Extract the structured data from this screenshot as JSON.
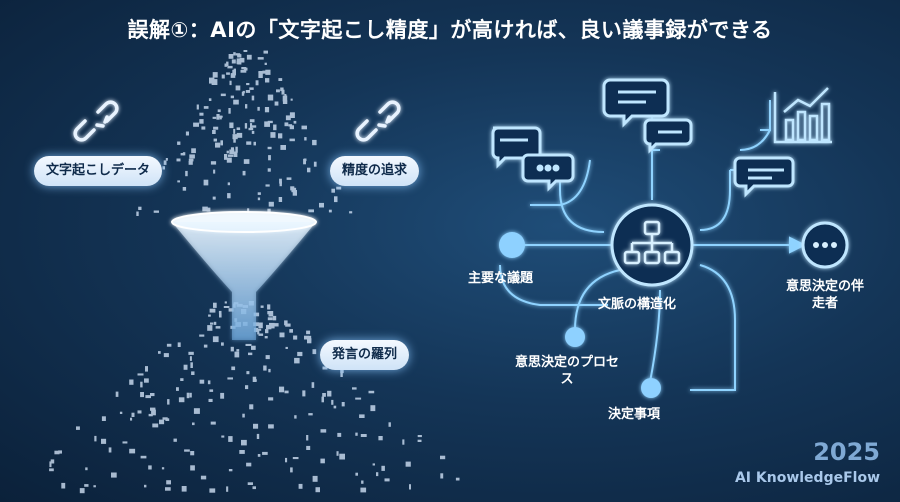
{
  "title": "誤解①：AIの「文字起こし精度」が高ければ、良い議事録ができる",
  "left": {
    "pills": {
      "transcript": "文字起こしデータ",
      "accuracy": "精度の追求",
      "utterances": "発言の羅列"
    },
    "icons": [
      "broken-link-icon",
      "broken-link-icon",
      "funnel-icon"
    ]
  },
  "right": {
    "center": "文脈の構造化",
    "topics": "主要な議題",
    "process": "意思決定のプロセス",
    "decisions": "決定事項",
    "partner": "意思決定の伴走者",
    "icons": [
      "hierarchy-icon",
      "chat-bubble-icon",
      "bar-chart-icon",
      "ellipsis-icon"
    ]
  },
  "watermark": {
    "year": "2025",
    "brand": "AI KnowledgeFlow"
  }
}
